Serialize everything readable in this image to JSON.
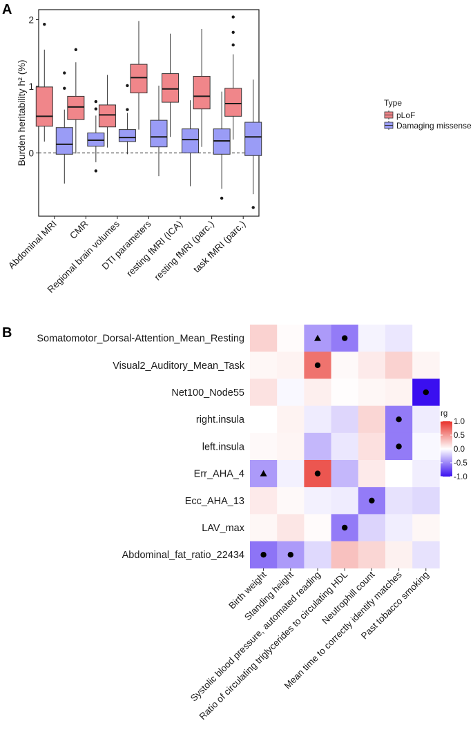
{
  "panels": {
    "a": {
      "letter": "A"
    },
    "b": {
      "letter": "B"
    }
  },
  "chart_data": [
    {
      "type": "box",
      "ylabel": "Burden heritability h² (%)",
      "ylim": [
        -0.95,
        2.15
      ],
      "yticks": [
        0,
        1,
        2
      ],
      "reference_line": 0,
      "categories": [
        "Abdominal MRI",
        "CMR",
        "Regional brain volumes",
        "DTI parameters",
        "resting fMRI (ICA)",
        "resting fMRI (parc.)",
        "task fMRI (parc.)"
      ],
      "legend": {
        "title": "Type",
        "position": "right"
      },
      "colors": {
        "pLoF": "#f0868a",
        "Damaging missense": "#9a9cf6"
      },
      "series": [
        {
          "name": "pLoF",
          "boxes": [
            {
              "lower_whisker": 0.17,
              "q1": 0.4,
              "median": 0.55,
              "q3": 0.99,
              "upper_whisker": 1.55,
              "outliers": [
                1.93
              ]
            },
            {
              "lower_whisker": -0.01,
              "q1": 0.5,
              "median": 0.69,
              "q3": 0.85,
              "upper_whisker": 1.36,
              "outliers": [
                1.55
              ]
            },
            {
              "lower_whisker": 0.08,
              "q1": 0.39,
              "median": 0.57,
              "q3": 0.72,
              "upper_whisker": 1.17,
              "outliers": []
            },
            {
              "lower_whisker": 0.35,
              "q1": 0.9,
              "median": 1.13,
              "q3": 1.33,
              "upper_whisker": 1.98,
              "outliers": []
            },
            {
              "lower_whisker": 0.24,
              "q1": 0.76,
              "median": 0.96,
              "q3": 1.19,
              "upper_whisker": 1.79,
              "outliers": []
            },
            {
              "lower_whisker": 0.09,
              "q1": 0.66,
              "median": 0.85,
              "q3": 1.15,
              "upper_whisker": 1.86,
              "outliers": []
            },
            {
              "lower_whisker": 0.2,
              "q1": 0.55,
              "median": 0.74,
              "q3": 0.97,
              "upper_whisker": 1.48,
              "outliers": [
                1.62,
                1.81,
                2.04
              ]
            }
          ]
        },
        {
          "name": "Damaging missense",
          "boxes": [
            {
              "lower_whisker": -0.46,
              "q1": -0.02,
              "median": 0.13,
              "q3": 0.38,
              "upper_whisker": 0.65,
              "outliers": [
                0.97,
                1.2
              ]
            },
            {
              "lower_whisker": -0.14,
              "q1": 0.1,
              "median": 0.19,
              "q3": 0.3,
              "upper_whisker": 0.56,
              "outliers": [
                0.66,
                0.77,
                -0.27
              ]
            },
            {
              "lower_whisker": -0.02,
              "q1": 0.17,
              "median": 0.23,
              "q3": 0.35,
              "upper_whisker": 0.6,
              "outliers": [
                0.65,
                1.01
              ]
            },
            {
              "lower_whisker": -0.35,
              "q1": 0.09,
              "median": 0.24,
              "q3": 0.49,
              "upper_whisker": 1.01,
              "outliers": []
            },
            {
              "lower_whisker": -0.5,
              "q1": 0.0,
              "median": 0.2,
              "q3": 0.36,
              "upper_whisker": 0.79,
              "outliers": []
            },
            {
              "lower_whisker": -0.54,
              "q1": -0.02,
              "median": 0.18,
              "q3": 0.36,
              "upper_whisker": 0.92,
              "outliers": [
                -0.68
              ]
            },
            {
              "lower_whisker": -0.62,
              "q1": -0.04,
              "median": 0.24,
              "q3": 0.46,
              "upper_whisker": 1.1,
              "outliers": [
                -0.82
              ]
            }
          ]
        }
      ]
    },
    {
      "type": "heatmap",
      "rows": [
        "Somatomotor_Dorsal-Attention_Mean_Resting",
        "Visual2_Auditory_Mean_Task",
        "Net100_Node55",
        "right.insula",
        "left.insula",
        "Err_AHA_4",
        "Ecc_AHA_13",
        "LAV_max",
        "Abdominal_fat_ratio_22434"
      ],
      "columns": [
        "Birth weight",
        "Standing height",
        "Systolic blood pressure, automated reading",
        "Ratio of circulating triglycerides to circulating HDL",
        "Neutrophill count",
        "Mean time to correctly identify matches",
        "Past tobacco smoking"
      ],
      "values": [
        [
          0.22,
          0.02,
          -0.42,
          -0.55,
          -0.05,
          -0.1,
          0.0
        ],
        [
          0.04,
          0.06,
          0.68,
          0.03,
          0.1,
          0.22,
          0.05
        ],
        [
          0.14,
          -0.03,
          0.08,
          0.01,
          0.04,
          0.06,
          -1.0
        ],
        [
          0.0,
          0.06,
          -0.08,
          -0.17,
          0.2,
          -0.55,
          -0.08
        ],
        [
          0.03,
          0.05,
          -0.3,
          -0.1,
          0.15,
          -0.55,
          -0.03
        ],
        [
          -0.42,
          -0.06,
          0.82,
          -0.3,
          0.1,
          0.0,
          -0.07
        ],
        [
          0.1,
          0.03,
          -0.06,
          -0.08,
          -0.55,
          -0.12,
          -0.16
        ],
        [
          0.04,
          0.12,
          0.02,
          -0.55,
          -0.18,
          -0.07,
          0.04
        ],
        [
          -0.58,
          -0.42,
          -0.16,
          0.3,
          0.2,
          0.07,
          -0.12
        ]
      ],
      "markers": [
        {
          "row": 0,
          "col": 2,
          "shape": "triangle"
        },
        {
          "row": 0,
          "col": 3,
          "shape": "circle"
        },
        {
          "row": 1,
          "col": 2,
          "shape": "circle"
        },
        {
          "row": 2,
          "col": 6,
          "shape": "circle"
        },
        {
          "row": 3,
          "col": 5,
          "shape": "circle"
        },
        {
          "row": 4,
          "col": 5,
          "shape": "circle"
        },
        {
          "row": 5,
          "col": 0,
          "shape": "triangle"
        },
        {
          "row": 5,
          "col": 2,
          "shape": "circle"
        },
        {
          "row": 6,
          "col": 4,
          "shape": "circle"
        },
        {
          "row": 7,
          "col": 3,
          "shape": "circle"
        },
        {
          "row": 8,
          "col": 0,
          "shape": "circle"
        },
        {
          "row": 8,
          "col": 1,
          "shape": "circle"
        }
      ],
      "colorbar": {
        "title": "rg",
        "range": [
          -1.0,
          1.0
        ],
        "ticks": [
          1.0,
          0.5,
          0.0,
          -0.5,
          -1.0
        ],
        "tick_labels": [
          "1.0",
          "0.5",
          "0.0",
          "-0.5",
          "-1.0"
        ],
        "low_color": "#3a0ff0",
        "mid_color": "#ffffff",
        "high_color": "#e8312a",
        "position": "right"
      }
    }
  ]
}
